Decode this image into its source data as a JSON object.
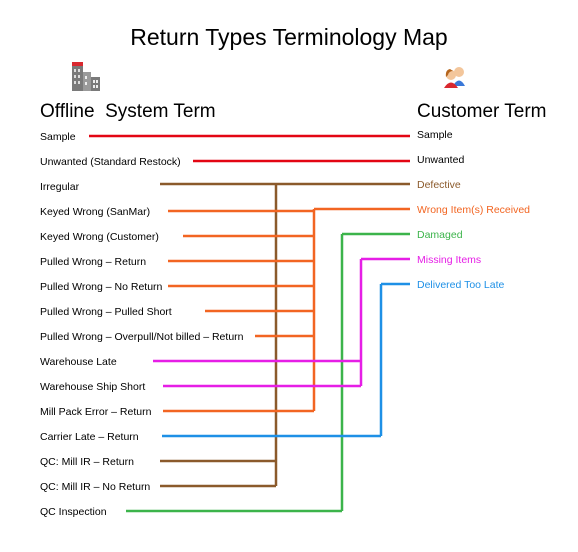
{
  "title": "Return Types Terminology Map",
  "left_header": "Offline  System Term",
  "right_header": "Customer Term",
  "left_icon": "office-building-icon",
  "right_icon": "customer-people-icon",
  "colors": {
    "red": "#e30613",
    "brown": "#8b5a2b",
    "orange": "#f26522",
    "green": "#3cb44b",
    "magenta": "#e61ee6",
    "blue": "#1e90e6"
  },
  "system_terms": [
    "Sample",
    "Unwanted (Standard Restock)",
    "Irregular",
    "Keyed Wrong (SanMar)",
    "Keyed Wrong (Customer)",
    "Pulled Wrong – Return",
    "Pulled Wrong – No Return",
    "Pulled Wrong – Pulled Short",
    "Pulled Wrong – Overpull/Not billed – Return",
    "Warehouse Late",
    "Warehouse Ship Short",
    "Mill Pack Error – Return",
    "Carrier Late – Return",
    "QC: Mill IR – Return",
    "QC: Mill IR – No Return",
    "QC Inspection"
  ],
  "customer_terms": [
    "Sample",
    "Unwanted",
    "Defective",
    "Wrong Item(s) Received",
    "Damaged",
    "Missing Items",
    "Delivered Too Late"
  ],
  "customer_term_colors": [
    "#000000",
    "#000000",
    "#8b5a2b",
    "#f26522",
    "#3cb44b",
    "#e61ee6",
    "#1e90e6"
  ],
  "mappings": [
    {
      "system": 0,
      "customer": 0,
      "color": "red"
    },
    {
      "system": 1,
      "customer": 1,
      "color": "red"
    },
    {
      "system": 2,
      "customer": 2,
      "color": "brown"
    },
    {
      "system": 13,
      "customer": 2,
      "color": "brown"
    },
    {
      "system": 14,
      "customer": 2,
      "color": "brown"
    },
    {
      "system": 3,
      "customer": 3,
      "color": "orange"
    },
    {
      "system": 4,
      "customer": 3,
      "color": "orange"
    },
    {
      "system": 5,
      "customer": 3,
      "color": "orange"
    },
    {
      "system": 6,
      "customer": 3,
      "color": "orange"
    },
    {
      "system": 7,
      "customer": 3,
      "color": "orange"
    },
    {
      "system": 8,
      "customer": 3,
      "color": "orange"
    },
    {
      "system": 11,
      "customer": 3,
      "color": "orange"
    },
    {
      "system": 15,
      "customer": 4,
      "color": "green"
    },
    {
      "system": 9,
      "customer": 5,
      "color": "magenta"
    },
    {
      "system": 10,
      "customer": 5,
      "color": "magenta"
    },
    {
      "system": 12,
      "customer": 6,
      "color": "blue"
    }
  ]
}
